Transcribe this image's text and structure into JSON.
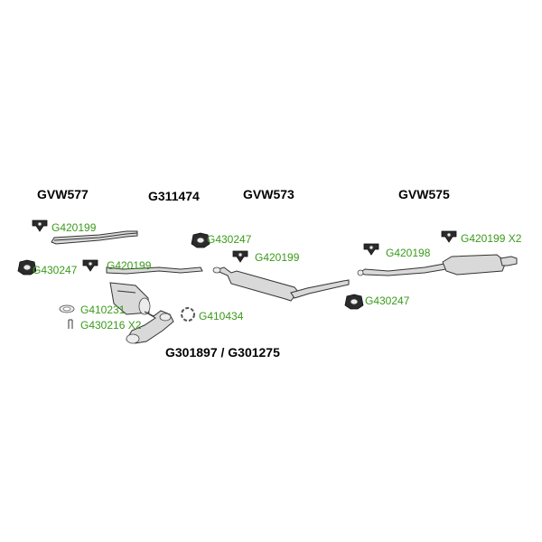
{
  "sections": {
    "gvw577": "GVW577",
    "g311474": "G311474",
    "gvw573": "GVW573",
    "gvw575": "GVW575",
    "front_pipe": "G301897 / G301275"
  },
  "parts": {
    "g420199_a": "G420199",
    "g430247_a": "G430247",
    "g420199_b": "G420199",
    "g410231": "G410231",
    "g430216": "G430216 X2",
    "g410434": "G410434",
    "g430247_b": "G430247",
    "g420199_c": "G420199",
    "g420198": "G420198",
    "g430247_c": "G430247",
    "g420199_d": "G420199 X2"
  },
  "colors": {
    "part_label": "#3a9a1a",
    "section_title": "#000000"
  }
}
